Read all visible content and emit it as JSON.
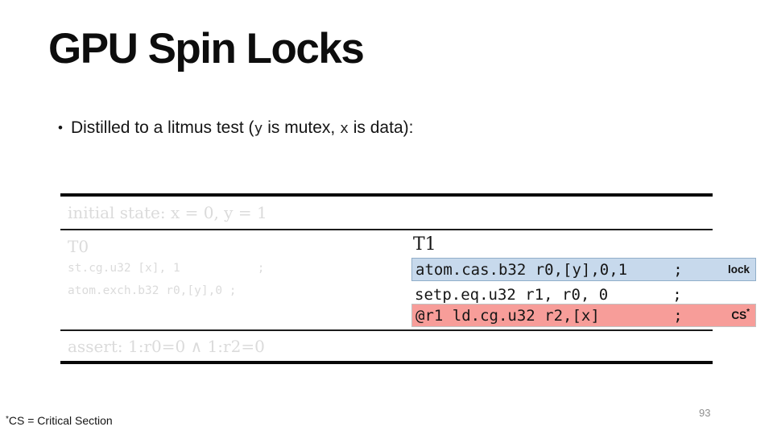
{
  "slide": {
    "title": "GPU Spin Locks",
    "bullet": {
      "marker": "•",
      "pre": "Distilled to a litmus test (",
      "code1": "y",
      "mid": " is mutex, ",
      "code2": "x",
      "post": " is data):"
    },
    "table": {
      "initial_state": "initial state: x = 0, y = 1",
      "t0": {
        "header": "T0",
        "lines": [
          "st.cg.u32 [x], 1           ;",
          "atom.exch.b32 r0,[y],0 ;"
        ]
      },
      "t1": {
        "header": "T1",
        "rows": [
          {
            "code": "atom.cas.b32 r0,[y],0,1     ;",
            "label": "lock",
            "label_sup": "",
            "highlight": "blue"
          },
          {
            "code": "setp.eq.u32 r1, r0, 0       ;",
            "label": "",
            "label_sup": "",
            "highlight": "none"
          },
          {
            "code": "@r1 ld.cg.u32 r2,[x]        ;",
            "label": "CS",
            "label_sup": "*",
            "highlight": "red"
          }
        ]
      },
      "assert_line": "assert: 1:r0=0 ∧ 1:r2=0"
    },
    "footnote": {
      "sup": "*",
      "text": "CS = Critical Section"
    },
    "page_number": "93",
    "colors": {
      "lock_highlight_fill": "#c7d9ec",
      "lock_highlight_border": "#91aec9",
      "cs_highlight_fill": "#f79d99",
      "cs_highlight_border": "#c2c2c2",
      "faded_text": "#dbdbdb"
    }
  }
}
